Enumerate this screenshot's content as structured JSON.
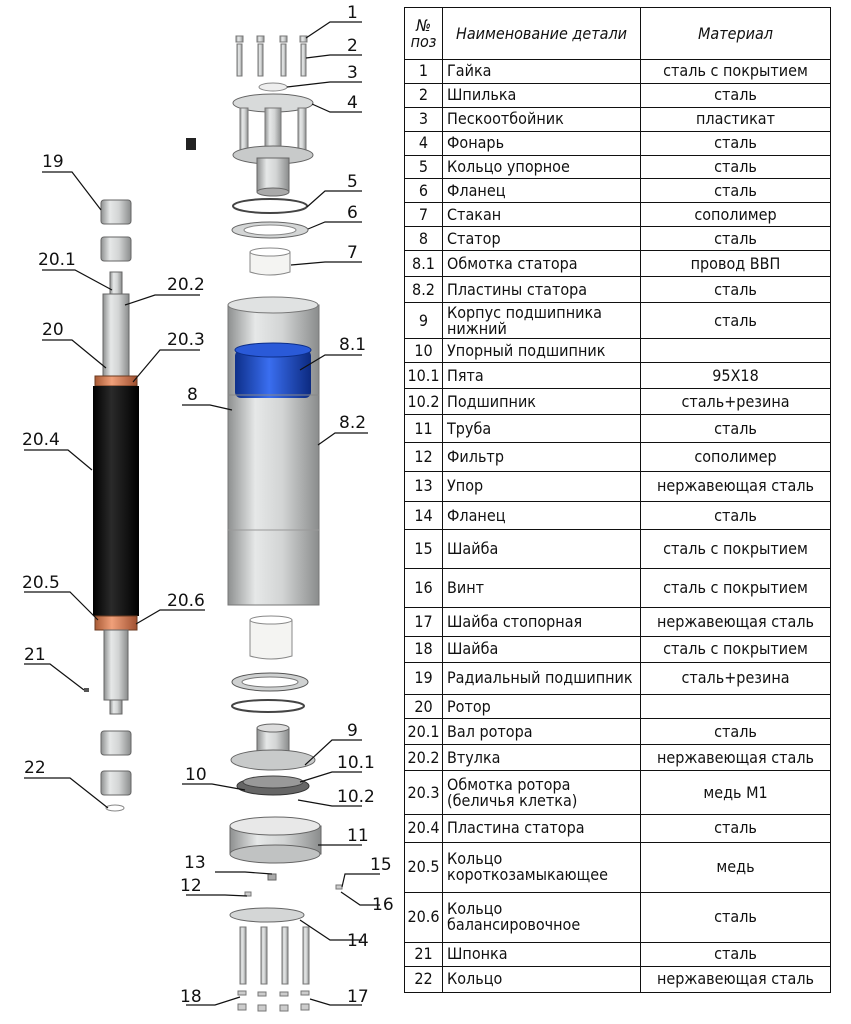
{
  "table": {
    "header": {
      "num": "№ поз",
      "name": "Наименование детали",
      "material": "Материал"
    },
    "rows": [
      {
        "num": "1",
        "name": "Гайка",
        "material": "сталь с покрытием"
      },
      {
        "num": "2",
        "name": "Шпилька",
        "material": "сталь"
      },
      {
        "num": "3",
        "name": "Пескоотбойник",
        "material": "пластикат"
      },
      {
        "num": "4",
        "name": "Фонарь",
        "material": "сталь"
      },
      {
        "num": "5",
        "name": "Кольцо упорное",
        "material": "сталь"
      },
      {
        "num": "6",
        "name": "Фланец",
        "material": "сталь"
      },
      {
        "num": "7",
        "name": "Стакан",
        "material": "сополимер"
      },
      {
        "num": "8",
        "name": "Статор",
        "material": "сталь"
      },
      {
        "num": "8.1",
        "name": "Обмотка статора",
        "material": "провод ВВП"
      },
      {
        "num": "8.2",
        "name": "Пластины статора",
        "material": "сталь"
      },
      {
        "num": "9",
        "name": "Корпус подшипника нижний",
        "material": "сталь"
      },
      {
        "num": "10",
        "name": "Упорный подшипник",
        "material": ""
      },
      {
        "num": "10.1",
        "name": "Пята",
        "material": "95Х18"
      },
      {
        "num": "10.2",
        "name": "Подшипник",
        "material": "сталь+резина"
      },
      {
        "num": "11",
        "name": "Труба",
        "material": "сталь"
      },
      {
        "num": "12",
        "name": "Фильтр",
        "material": "сополимер"
      },
      {
        "num": "13",
        "name": "Упор",
        "material": "нержавеющая сталь"
      },
      {
        "num": "14",
        "name": "Фланец",
        "material": "сталь"
      },
      {
        "num": "15",
        "name": "Шайба",
        "material": "сталь с покрытием"
      },
      {
        "num": "16",
        "name": "Винт",
        "material": "сталь с покрытием"
      },
      {
        "num": "17",
        "name": "Шайба стопорная",
        "material": "нержавеющая сталь"
      },
      {
        "num": "18",
        "name": "Шайба",
        "material": "сталь с покрытием"
      },
      {
        "num": "19",
        "name": "Радиальный подшипник",
        "material": "сталь+резина"
      },
      {
        "num": "20",
        "name": "Ротор",
        "material": ""
      },
      {
        "num": "20.1",
        "name": "Вал ротора",
        "material": "сталь"
      },
      {
        "num": "20.2",
        "name": "Втулка",
        "material": "нержавеющая сталь"
      },
      {
        "num": "20.3",
        "name": "Обмотка ротора (беличья клетка)",
        "material": "медь М1"
      },
      {
        "num": "20.4",
        "name": "Пластина статора",
        "material": "сталь"
      },
      {
        "num": "20.5",
        "name": "Кольцо короткозамыкающее",
        "material": "медь"
      },
      {
        "num": "20.6",
        "name": "Кольцо балансировочное",
        "material": "сталь"
      },
      {
        "num": "21",
        "name": "Шпонка",
        "material": "сталь"
      },
      {
        "num": "22",
        "name": "Кольцо",
        "material": "нержавеющая сталь"
      }
    ]
  },
  "callouts": [
    "1",
    "2",
    "3",
    "4",
    "5",
    "6",
    "7",
    "8.1",
    "8",
    "8.2",
    "9",
    "10.1",
    "10",
    "10.2",
    "11",
    "13",
    "15",
    "12",
    "16",
    "14",
    "18",
    "17",
    "19",
    "20.1",
    "20.2",
    "20",
    "20.3",
    "20.4",
    "20.5",
    "20.6",
    "21",
    "22"
  ],
  "colors": {
    "winding_blue": "#1f4fc4",
    "rotor_black": "#111111",
    "ring_copper": "#d27f55",
    "metal_grey": "#c9cbcb"
  }
}
